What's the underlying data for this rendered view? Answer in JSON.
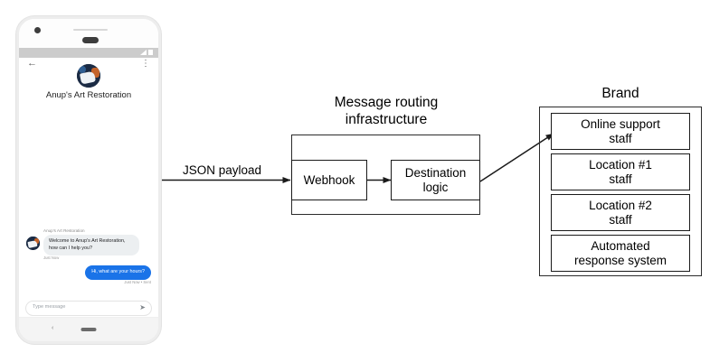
{
  "phone": {
    "app_bar": {
      "back_icon": "back-arrow-icon",
      "menu_icon": "kebab-menu-icon"
    },
    "status_bar": {
      "signal_icon": "signal-icon",
      "battery_icon": "battery-icon"
    },
    "brand_name": "Anup's Art Restoration",
    "avatar_label": "brand-avatar",
    "conversation": [
      {
        "role": "agent",
        "sender": "Anup's Art Restoration",
        "text": "Welcome to Anup's Art Restoration, how can I help you?",
        "timestamp": "Just Now"
      },
      {
        "role": "user",
        "text": "Hi, what are your hours?",
        "timestamp": "Just Now • Sent"
      }
    ],
    "composer": {
      "placeholder": "Type message",
      "send_icon": "send-icon"
    },
    "nav": {
      "back_icon": "nav-back-icon",
      "home_icon": "nav-home-pill"
    }
  },
  "diagram": {
    "edges": [
      {
        "label": "JSON payload",
        "from": "phone",
        "to": "webhook"
      },
      {
        "label": "",
        "from": "webhook",
        "to": "destination-logic"
      },
      {
        "label": "",
        "from": "destination-logic",
        "to": "online-support-staff"
      }
    ],
    "infrastructure": {
      "caption_line1": "Message routing",
      "caption_line2": "infrastructure",
      "nodes": [
        {
          "id": "webhook",
          "label": "Webhook"
        },
        {
          "id": "destination-logic",
          "label_line1": "Destination",
          "label_line2": "logic"
        }
      ]
    },
    "brand": {
      "caption": "Brand",
      "nodes": [
        {
          "id": "online-support-staff",
          "label_line1": "Online support",
          "label_line2": "staff"
        },
        {
          "id": "location-1-staff",
          "label_line1": "Location #1",
          "label_line2": "staff"
        },
        {
          "id": "location-2-staff",
          "label_line1": "Location #2",
          "label_line2": "staff"
        },
        {
          "id": "automated-response-system",
          "label_line1": "Automated",
          "label_line2": "response system"
        }
      ]
    }
  },
  "colors": {
    "accent_blue": "#1a73e8",
    "bubble_grey": "#eceff1",
    "stroke": "#1a1a1a",
    "phone_frame": "#ededed"
  }
}
